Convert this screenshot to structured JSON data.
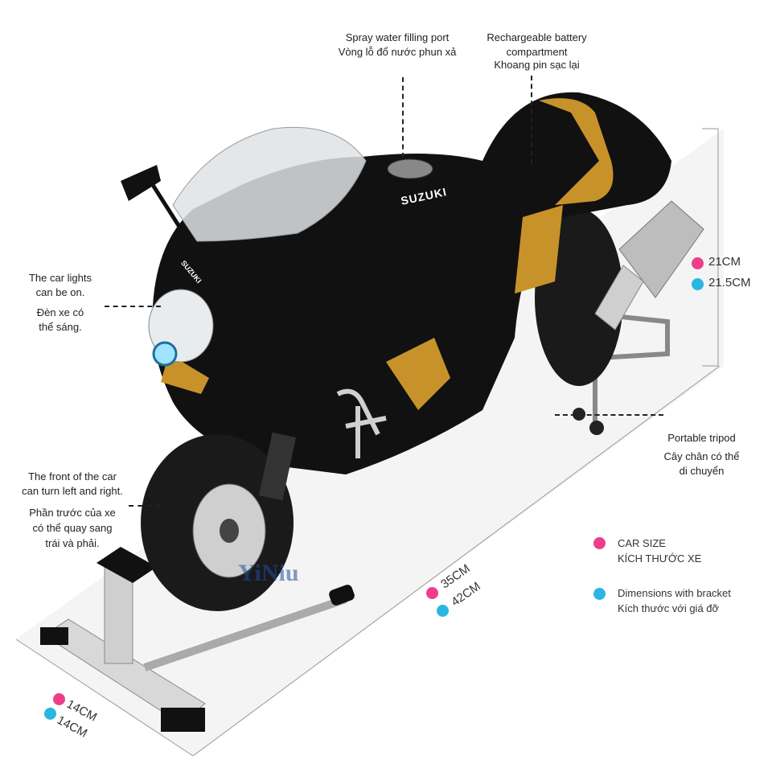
{
  "callouts": {
    "spray_port": {
      "en": "Spray water filling port",
      "vi": "Vòng lỗ đổ nước phun xả"
    },
    "battery": {
      "en_line1": "Rechargeable battery",
      "en_line2": "compartment",
      "vi": "Khoang pin sạc lại"
    },
    "lights": {
      "en_line1": "The car lights",
      "en_line2": "can be on.",
      "vi_line1": "Đèn xe có",
      "vi_line2": "thể sáng."
    },
    "front": {
      "en_line1": "The front of the car",
      "en_line2": "can turn left and right.",
      "vi_line1": "Phần trước của xe",
      "vi_line2": "có thể quay sang",
      "vi_line3": "trái và phải."
    },
    "tripod": {
      "en": "Portable tripod",
      "vi_line1": "Cây chân có thể",
      "vi_line2": "di chuyển"
    }
  },
  "dimensions": {
    "height_car": "21CM",
    "height_bracket": "21.5CM",
    "length_car": "35CM",
    "length_bracket": "42CM",
    "width_car": "14CM",
    "width_bracket": "14CM"
  },
  "legend": {
    "car_size_en": "CAR SIZE",
    "car_size_vi": "KÍCH THƯỚC XE",
    "bracket_en": "Dimensions with bracket",
    "bracket_vi": "Kích thước với giá đỡ"
  },
  "brand_marks": {
    "tank": "SUZUKI",
    "fairing": "SUZUKI",
    "watermark": "YiNiu"
  },
  "colors": {
    "car_size_dot": "#ee3d8b",
    "bracket_dot": "#29b6e0",
    "body": "#111111",
    "accent": "#c8922a"
  }
}
